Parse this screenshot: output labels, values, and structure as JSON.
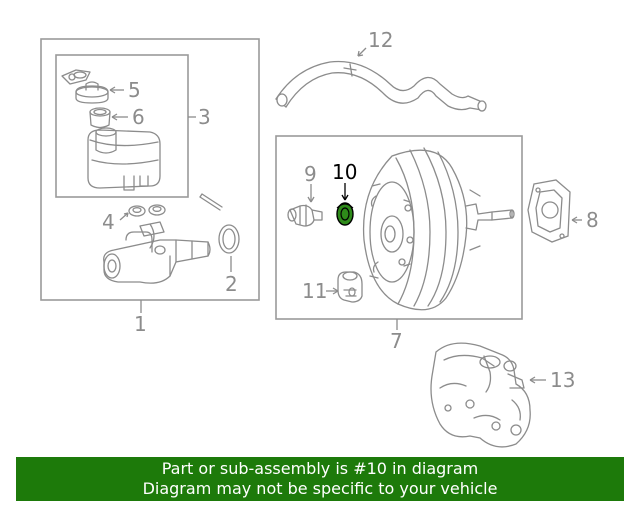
{
  "callouts": {
    "c1": "1",
    "c2": "2",
    "c3": "3",
    "c4": "4",
    "c5": "5",
    "c6": "6",
    "c7": "7",
    "c8": "8",
    "c9": "9",
    "c10": "10",
    "c11": "11",
    "c12": "12",
    "c13": "13"
  },
  "highlight": {
    "part": "10",
    "color": "#1d7a0a"
  },
  "banner": {
    "line1": "Part or sub-assembly is #10 in diagram",
    "line2": "Diagram may not be specific to your vehicle",
    "background": "#1d7a0a"
  }
}
